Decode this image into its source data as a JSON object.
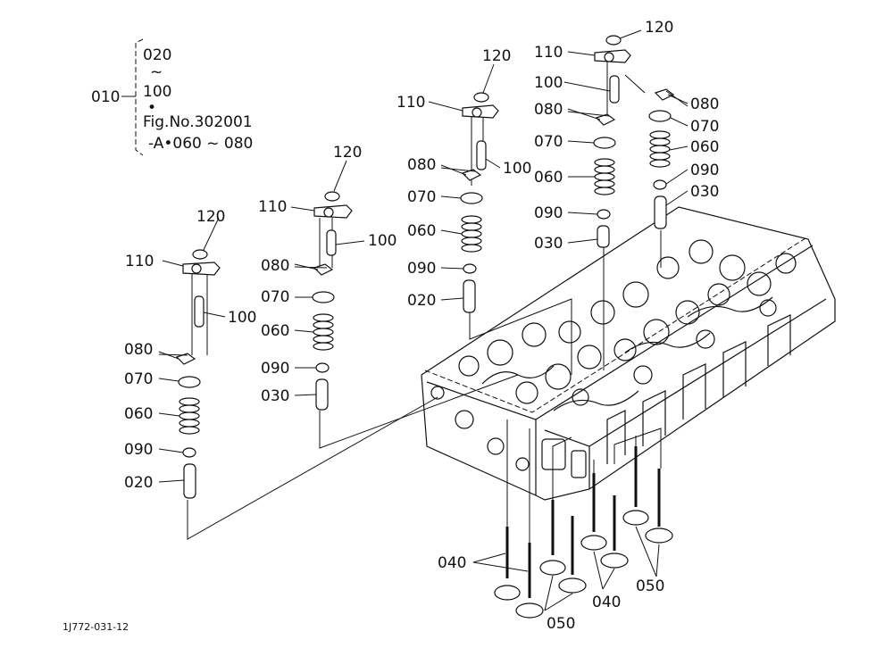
{
  "legend": {
    "ref": "010",
    "line1": "020",
    "tilde": "~",
    "line3": "100",
    "dot": "•",
    "line5": "Fig.No.302001",
    "line6": "-A•060 ~ 080"
  },
  "labels": {
    "p020": "020",
    "p030": "030",
    "p040": "040",
    "p050": "050",
    "p060": "060",
    "p070": "070",
    "p080": "080",
    "p090": "090",
    "p100": "100",
    "p110": "110",
    "p120": "120"
  },
  "drawing_code": "1J772-031-12"
}
